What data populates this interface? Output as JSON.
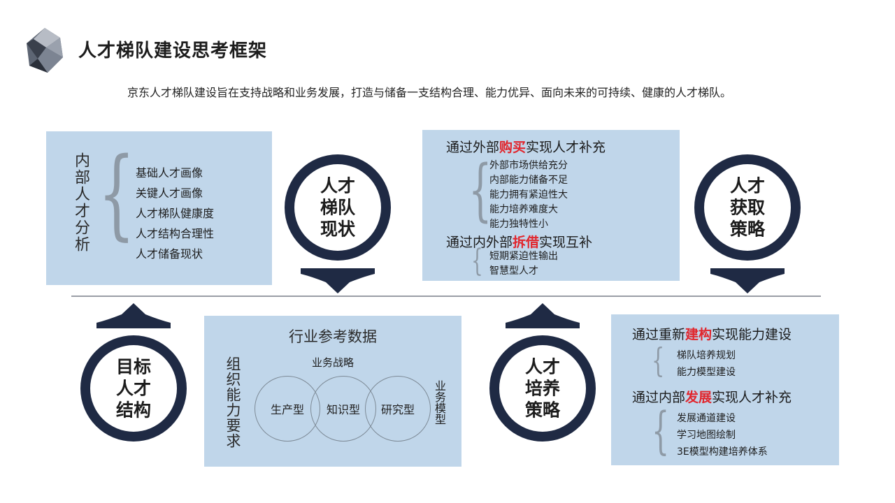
{
  "title": "人才梯队建设思考框架",
  "intro": "京东人才梯队建设旨在支持战略和业务发展，打造与储备一支结构合理、能力优异、面向未来的可持续、健康的人才梯队。",
  "colors": {
    "navy": "#1f2a44",
    "panel": "#c0d6ea",
    "highlight": "#e1262d"
  },
  "circles": {
    "status": "人才\n梯队\n现状",
    "acquire": "人才\n获取\n策略",
    "target": "目标\n人才\n结构",
    "develop": "人才\n培养\n策略"
  },
  "internal_analysis": {
    "label": "内部人才分析",
    "items": [
      "基础人才画像",
      "关键人才画像",
      "人才梯队健康度",
      "人才结构合理性",
      "人才储备现状"
    ]
  },
  "acquisition": {
    "buy": {
      "prefix": "通过外部",
      "key": "购买",
      "suffix": "实现人才补充",
      "items": [
        "外部市场供给充分",
        "内部能力储备不足",
        "能力拥有紧迫性大",
        "能力培养难度大",
        "能力独特性小"
      ]
    },
    "borrow": {
      "prefix": "通过内外部",
      "key": "拆借",
      "suffix": "实现互补",
      "items": [
        "短期紧迫性输出",
        "智慧型人才"
      ]
    }
  },
  "org_requirements": {
    "label": "组织能力要求",
    "industry": "行业参考数据",
    "strategy": "业务战略",
    "model": "业务模型",
    "types": [
      "生产型",
      "知识型",
      "研究型"
    ]
  },
  "development": {
    "build": {
      "prefix": "通过重新",
      "key": "建构",
      "suffix": "实现能力建设",
      "items": [
        "梯队培养规划",
        "能力模型建设"
      ]
    },
    "grow": {
      "prefix": "通过内部",
      "key": "发展",
      "suffix": "实现人才补充",
      "items": [
        "发展通道建设",
        "学习地图绘制",
        "3E模型构建培养体系"
      ]
    }
  }
}
